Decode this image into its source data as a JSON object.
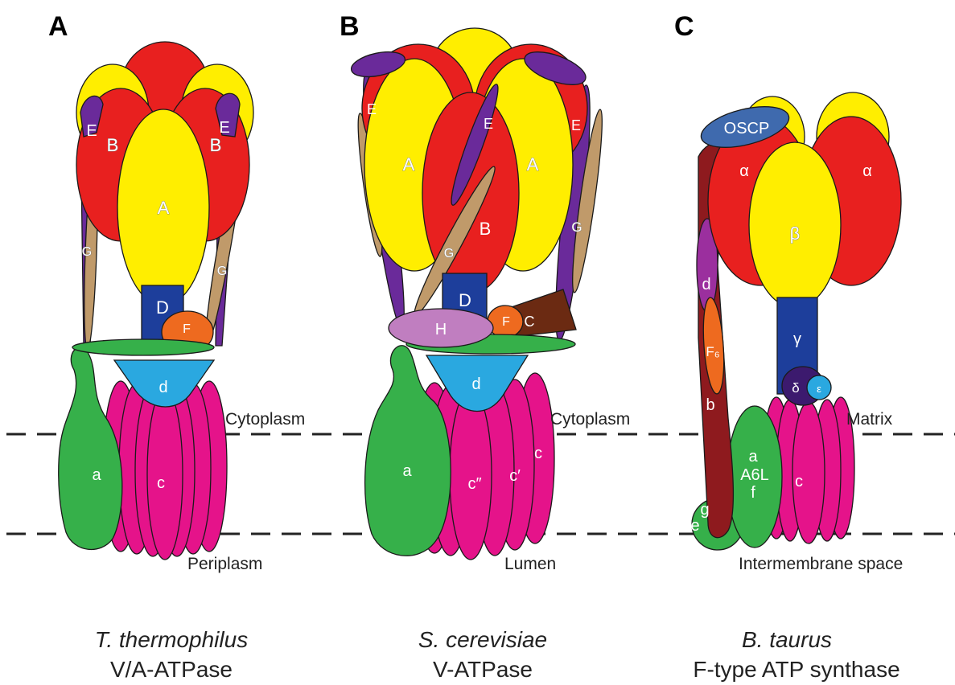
{
  "colors": {
    "red": "#e8201f",
    "yellow": "#ffee00",
    "purple": "#6a2a9a",
    "tan": "#c09a6a",
    "navy": "#1d3e9b",
    "orange": "#ee6a1f",
    "green": "#36b04a",
    "light_blue": "#2aa8e0",
    "magenta": "#e5138a",
    "lilac": "#c07ec0",
    "brown": "#6b2a12",
    "dark_red": "#8e1a1e",
    "steel_blue": "#3f6aae",
    "violet": "#9b2f9e",
    "dark_purple": "#3c1a6e"
  },
  "panels": [
    {
      "letter": "A",
      "species": "T. thermophilus",
      "complex": "V/A-ATPase",
      "env_top": "Cytoplasm",
      "env_bottom": "Periplasm",
      "subunits": {
        "E_left": "E",
        "E_right": "E",
        "B_left": "B",
        "B_right": "B",
        "A": "A",
        "G_left": "G",
        "G_right": "G",
        "D": "D",
        "F": "F",
        "d": "d",
        "a": "a",
        "c": "c"
      }
    },
    {
      "letter": "B",
      "species": "S. cerevisiae",
      "complex": "V-ATPase",
      "env_top": "Cytoplasm",
      "env_bottom": "Lumen",
      "subunits": {
        "E_left": "E",
        "E_mid": "E",
        "E_right": "E",
        "A_left": "A",
        "A_right": "A",
        "B": "B",
        "G_left": "G",
        "G_right": "G",
        "D": "D",
        "H": "H",
        "F": "F",
        "C": "C",
        "d": "d",
        "a": "a",
        "c_double_prime": "c″",
        "c_prime": "c′",
        "c": "c"
      }
    },
    {
      "letter": "C",
      "species": "B. taurus",
      "complex": "F-type ATP synthase",
      "env_top": "Matrix",
      "env_bottom": "Intermembrane space",
      "subunits": {
        "OSCP": "OSCP",
        "alpha_left": "α",
        "alpha_right": "α",
        "beta": "β",
        "gamma": "γ",
        "delta": "δ",
        "epsilon": "ε",
        "d": "d",
        "F6": "F₆",
        "b": "b",
        "a": "a",
        "A6L": "A6L",
        "f": "f",
        "g": "g",
        "e": "e",
        "c": "c"
      }
    }
  ]
}
